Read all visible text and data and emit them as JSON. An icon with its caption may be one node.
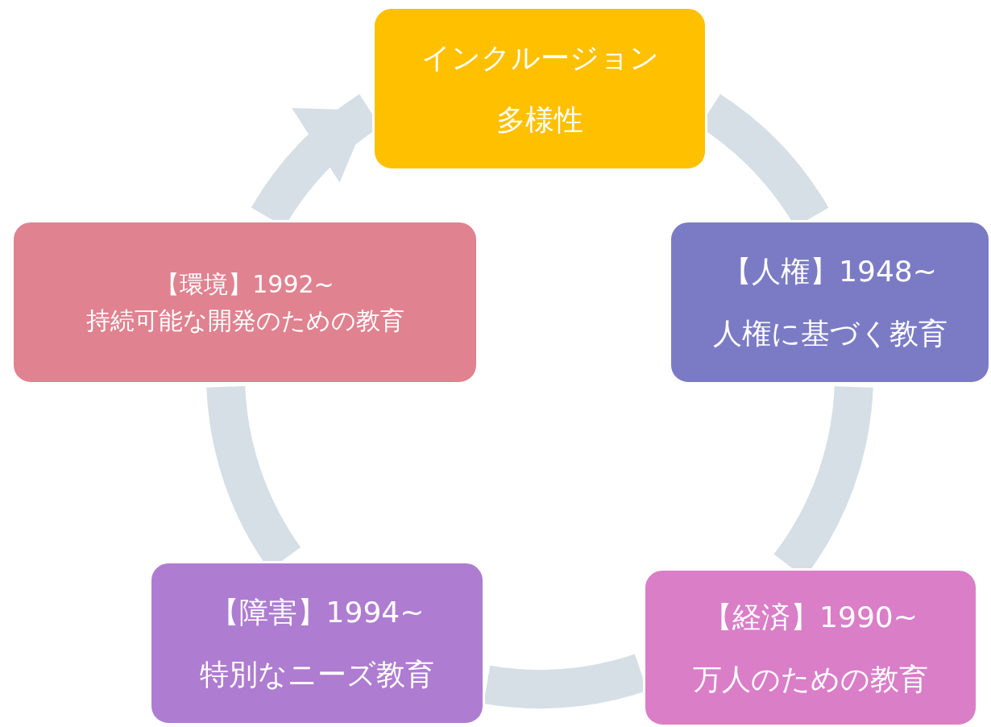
{
  "diagram": {
    "nodes": [
      {
        "text": [
          "インクルージョン",
          "多様性"
        ]
      },
      {
        "text": [
          "【人権】1948~",
          "人権に基づく教育"
        ]
      },
      {
        "text": [
          "【経済】1990~",
          "万人のための教育"
        ]
      },
      {
        "text": [
          "【障害】1994~",
          "特別なニーズ教育"
        ]
      },
      {
        "text": [
          "【環境】1992~",
          "持続可能な開発のための教育"
        ]
      }
    ],
    "edges": [
      {
        "from": 0,
        "to": 1,
        "arrow": "none"
      },
      {
        "from": 1,
        "to": 2,
        "arrow": "none"
      },
      {
        "from": 2,
        "to": 3,
        "arrow": "none"
      },
      {
        "from": 3,
        "to": 4,
        "arrow": "none"
      },
      {
        "from": 4,
        "to": 0,
        "arrow": "to"
      }
    ]
  }
}
